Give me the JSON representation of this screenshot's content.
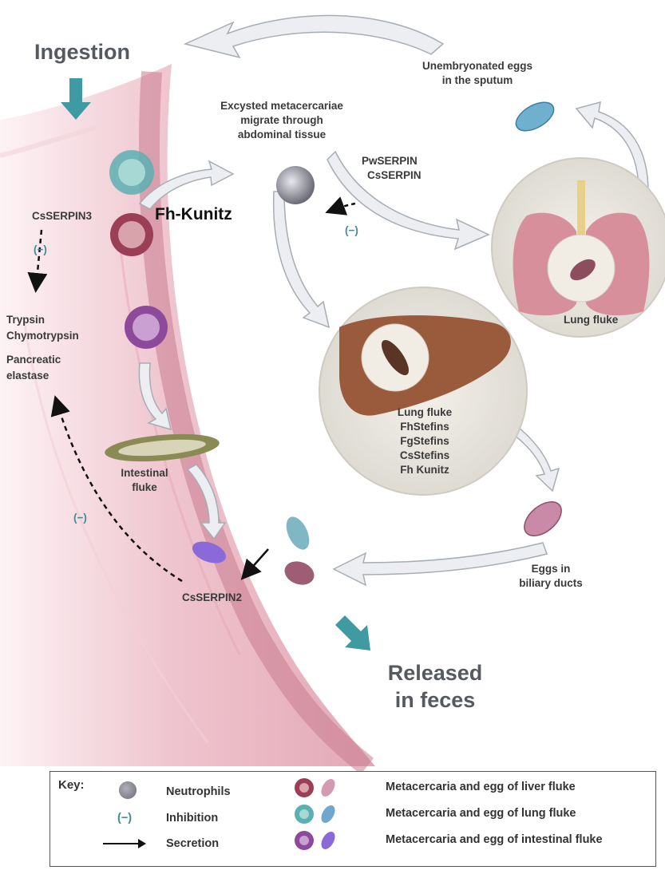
{
  "labels": {
    "ingestion": "Ingestion",
    "excysted_1": "Excysted metacercariae",
    "excysted_2": "migrate through",
    "excysted_3": "abdominal tissue",
    "unembryonated_1": "Unembryonated eggs",
    "unembryonated_2": "in the sputum",
    "pwserpin": "PwSERPIN",
    "csserpin": "CsSERPIN",
    "inhib_neutrophil": "(−)",
    "csserpin3": "CsSERPIN3",
    "fh_kunitz": "Fh-Kunitz",
    "inhib_serpin3": "(−)",
    "trypsin": "Trypsin",
    "chymotrypsin": "Chymotrypsin",
    "pancreatic": "Pancreatic",
    "elastase": "elastase",
    "lung_fluke": "Lung fluke",
    "liver_lines": [
      "Lung fluke",
      "FhStefins",
      "FgStefins",
      "CsStefins",
      "Fh Kunitz"
    ],
    "intestinal_1": "Intestinal",
    "intestinal_2": "fluke",
    "inhib_serpin2": "(−)",
    "eggs_biliary_1": "Eggs in",
    "eggs_biliary_2": "biliary ducts",
    "csserpin2": "CsSERPIN2",
    "released_1": "Released",
    "released_2": "in feces"
  },
  "key": {
    "title": "Key:",
    "neutrophils": "Neutrophils",
    "inhibition_symbol": "(−)",
    "inhibition": "Inhibition",
    "secretion": "Secretion",
    "liver_fluke": "Metacercaria and egg of liver fluke",
    "lung_fluke": "Metacercaria and egg of lung fluke",
    "intestinal_fluke": "Metacercaria and egg of intestinal fluke"
  },
  "colors": {
    "intestine": "#e9b8c4",
    "intestine_dark": "#c9788f",
    "accent_teal": "#3f9aa1",
    "liver": "#9a5a3c",
    "lung": "#d88f9c",
    "arrow_fill": "#eceef1",
    "arrow_stroke": "#a7adb4"
  }
}
